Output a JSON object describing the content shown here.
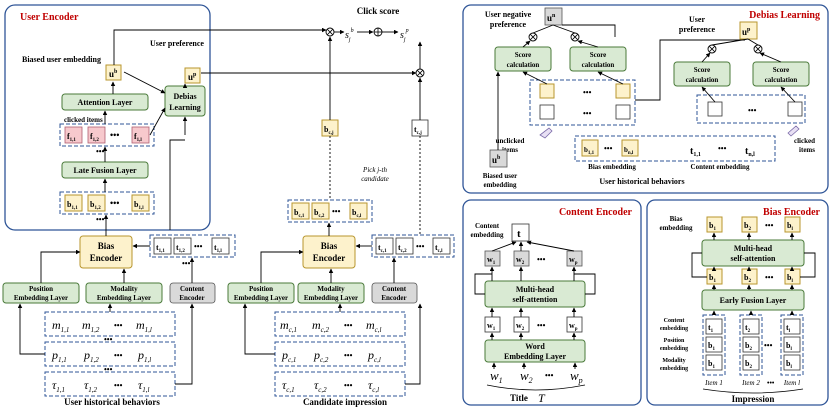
{
  "user_encoder": {
    "title": "User Encoder",
    "biased_user_embedding": "Biased user embedding",
    "user_preference": "User preference",
    "attention_layer": "Attention Layer",
    "debias_learning": "Debias Learning",
    "clicked_items": "clicked items",
    "late_fusion_layer": "Late Fusion Layer"
  },
  "left_bottom": {
    "bias_encoder": "Bias Encoder",
    "position_embedding_layer": "Position Embedding Layer",
    "modality_embedding_layer": "Modality Embedding Layer",
    "content_encoder": "Content Encoder",
    "caption": "User historical behaviors"
  },
  "middle": {
    "click_score": "Click score",
    "pick_candidate": "Pick j-th candidate",
    "bias_encoder": "Bias Encoder",
    "position_embedding_layer": "Position Embedding Layer",
    "modality_embedding_layer": "Modality Embedding Layer",
    "content_encoder": "Content Encoder",
    "caption": "Candidate impression"
  },
  "debias_panel": {
    "title": "Debias Learning",
    "user_negative_preference": "User negative preference",
    "user_preference": "User preference",
    "score_calculation": "Score calculation",
    "unclicked_items": "unclicked items",
    "clicked_items": "clicked items",
    "bias_embedding": "Bias embedding",
    "content_embedding": "Content embedding",
    "biased_user_embedding": "Biased user embedding",
    "caption": "User historical behaviors"
  },
  "content_panel": {
    "title": "Content Encoder",
    "content_embedding": "Content embedding",
    "multihead": "Multi-head self-attention",
    "word_embedding": "Word Embedding Layer",
    "title_label": "Title"
  },
  "bias_panel": {
    "title": "Bias Encoder",
    "bias_embedding": "Bias embedding",
    "multihead": "Multi-head self-attention",
    "early_fusion": "Early Fusion Layer",
    "content_embedding": "Content embedding",
    "position_embedding": "Position embedding",
    "modality_embedding": "Modality embedding",
    "item1": "Item 1",
    "item2": "Item 2",
    "iteml": "Item l",
    "caption": "Impression"
  },
  "colors": {
    "panel_border": "#2f5597",
    "green_box": "#d9ead3",
    "yellow_box": "#fdf2cc",
    "pink_box": "#f7c9cd",
    "title_red": "#c00000"
  }
}
